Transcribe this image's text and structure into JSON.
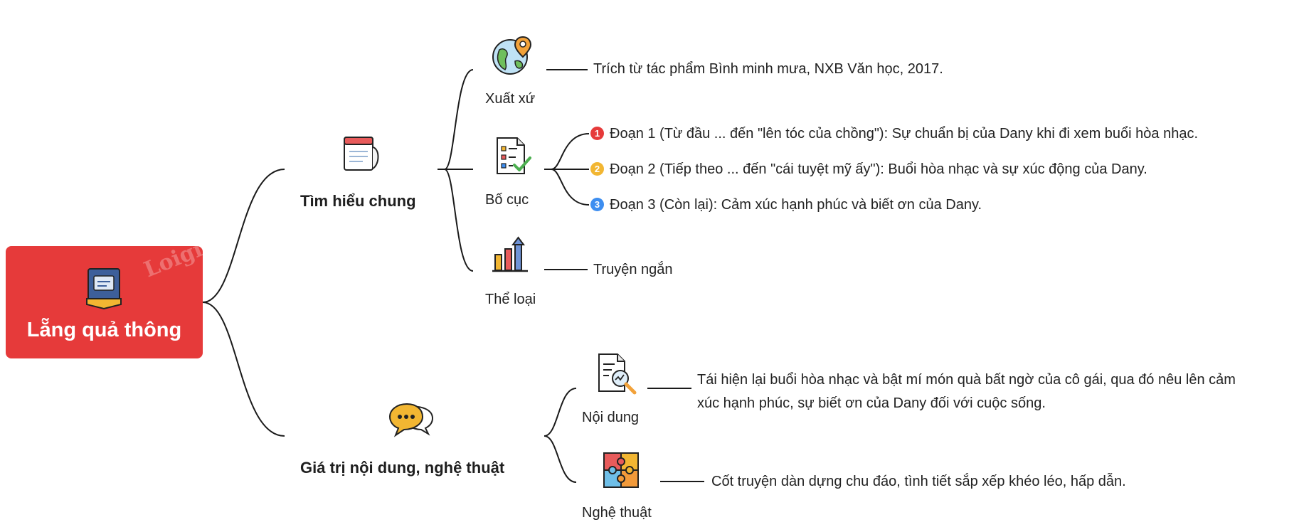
{
  "root": {
    "label": "Lẵng quả thông",
    "watermark": "Loigiai",
    "color": "#e63a3a"
  },
  "branches": [
    {
      "label": "Tìm hiểu chung",
      "icon": "notepad-icon",
      "children": [
        {
          "label": "Xuất xứ",
          "icon": "globe-pin-icon",
          "details": [
            "Trích từ tác phẩm Bình minh mưa, NXB Văn học, 2017."
          ]
        },
        {
          "label": "Bố cục",
          "icon": "checklist-icon",
          "details": [
            {
              "badge": "1",
              "color": "#e63a3a",
              "text": "Đoạn 1 (Từ đầu ... đến \"lên tóc của chồng\"): Sự chuẩn bị của Dany khi đi xem buổi hòa nhạc."
            },
            {
              "badge": "2",
              "color": "#f2b632",
              "text": "Đoạn 2 (Tiếp theo ... đến \"cái tuyệt mỹ ấy\"): Buổi hòa nhạc và sự xúc động của Dany."
            },
            {
              "badge": "3",
              "color": "#3d8ef0",
              "text": "Đoạn 3 (Còn lại): Cảm xúc hạnh phúc và biết ơn của Dany."
            }
          ]
        },
        {
          "label": "Thể loại",
          "icon": "bar-chart-icon",
          "details": [
            "Truyện ngắn"
          ]
        }
      ]
    },
    {
      "label": "Giá trị nội dung, nghệ thuật",
      "icon": "chat-bubbles-icon",
      "children": [
        {
          "label": "Nội dung",
          "icon": "document-search-icon",
          "details": [
            "Tái hiện lại buổi hòa nhạc và bật mí món quà bất ngờ của cô gái, qua đó nêu lên cảm xúc hạnh phúc, sự biết ơn của Dany đối với cuộc sống."
          ]
        },
        {
          "label": "Nghệ thuật",
          "icon": "puzzle-icon",
          "details": [
            "Cốt truyện dàn dựng chu đáo, tình tiết sắp xếp khéo léo, hấp dẫn."
          ]
        }
      ]
    }
  ]
}
